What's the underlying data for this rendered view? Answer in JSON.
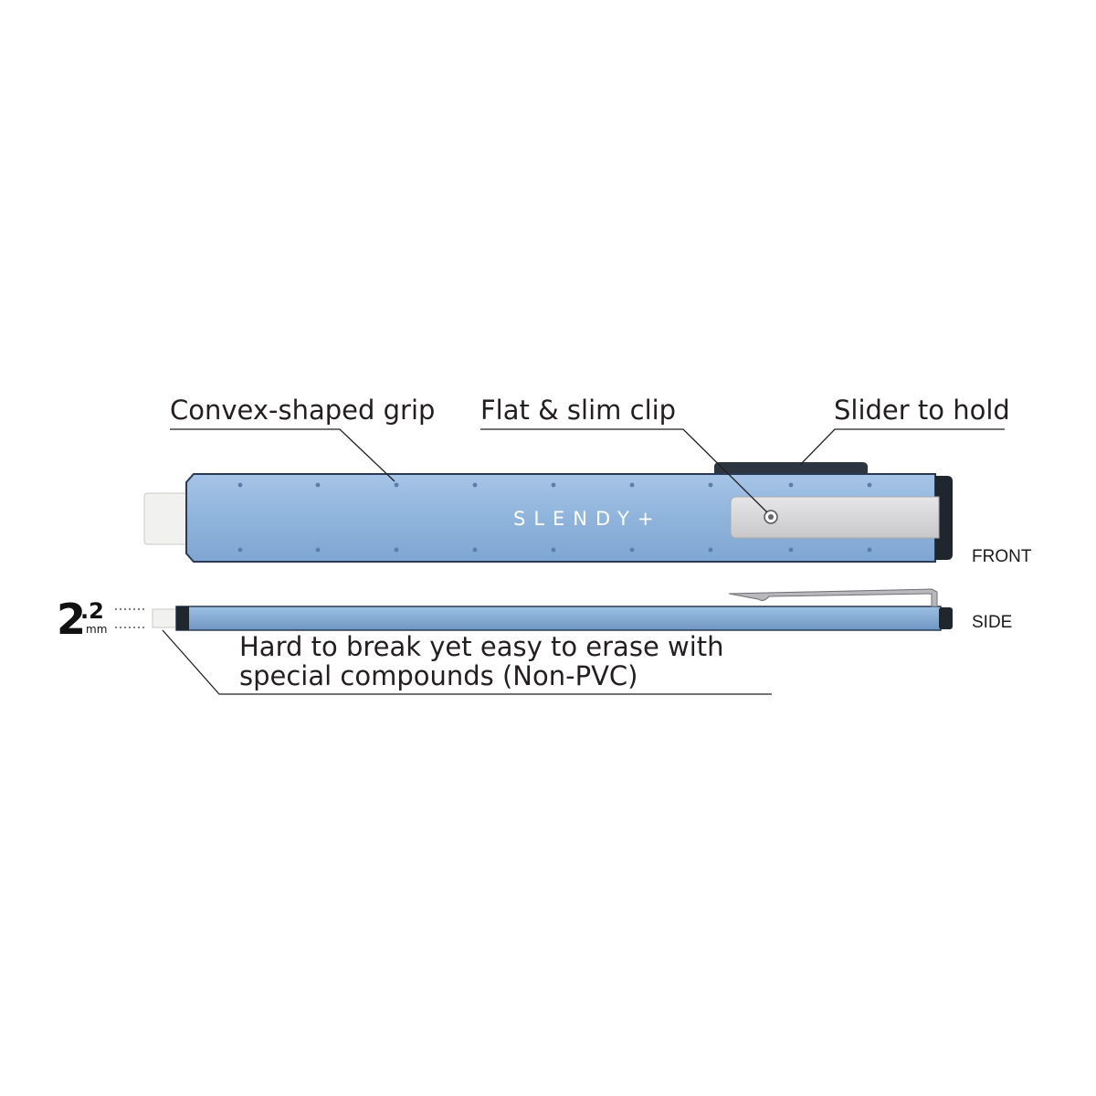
{
  "callouts": {
    "grip": "Convex-shaped grip",
    "clip": "Flat & slim clip",
    "slider": "Slider to hold",
    "eraser_line1": "Hard to break yet easy to erase with",
    "eraser_line2": "special compounds (Non-PVC)"
  },
  "views": {
    "front": "FRONT",
    "side": "SIDE"
  },
  "brand": "SLENDY+",
  "dimension": {
    "integer": "2",
    "decimal": ".2",
    "unit": "mm"
  },
  "colors": {
    "body": "#8fb4dc",
    "body_dark": "#6f97c4",
    "eraser": "#f1f1ef",
    "slider": "#2c3540",
    "clip": "#d9d9db",
    "text": "#231f20"
  }
}
